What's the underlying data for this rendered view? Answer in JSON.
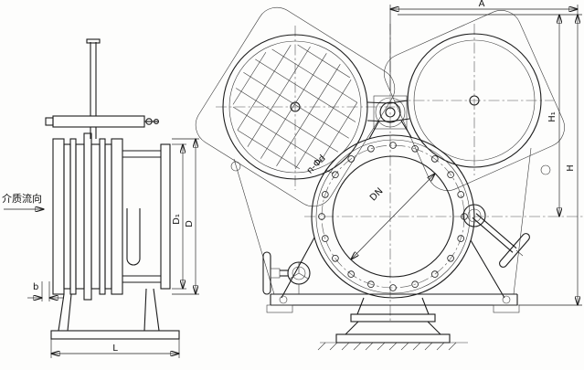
{
  "drawing": {
    "title": "goggle-valve-assembly-drawing",
    "line_color": "#1c1c1c",
    "background": "#fdfdfc"
  },
  "labels": {
    "flow_direction": "介质流向",
    "dim_L": "L",
    "dim_D": "D",
    "dim_D1": "D₁",
    "dim_b": "b",
    "dim_A": "A",
    "dim_H": "H",
    "dim_H1": "H₁",
    "dim_DN": "DN",
    "dim_bolt_holes": "n-Φd"
  }
}
